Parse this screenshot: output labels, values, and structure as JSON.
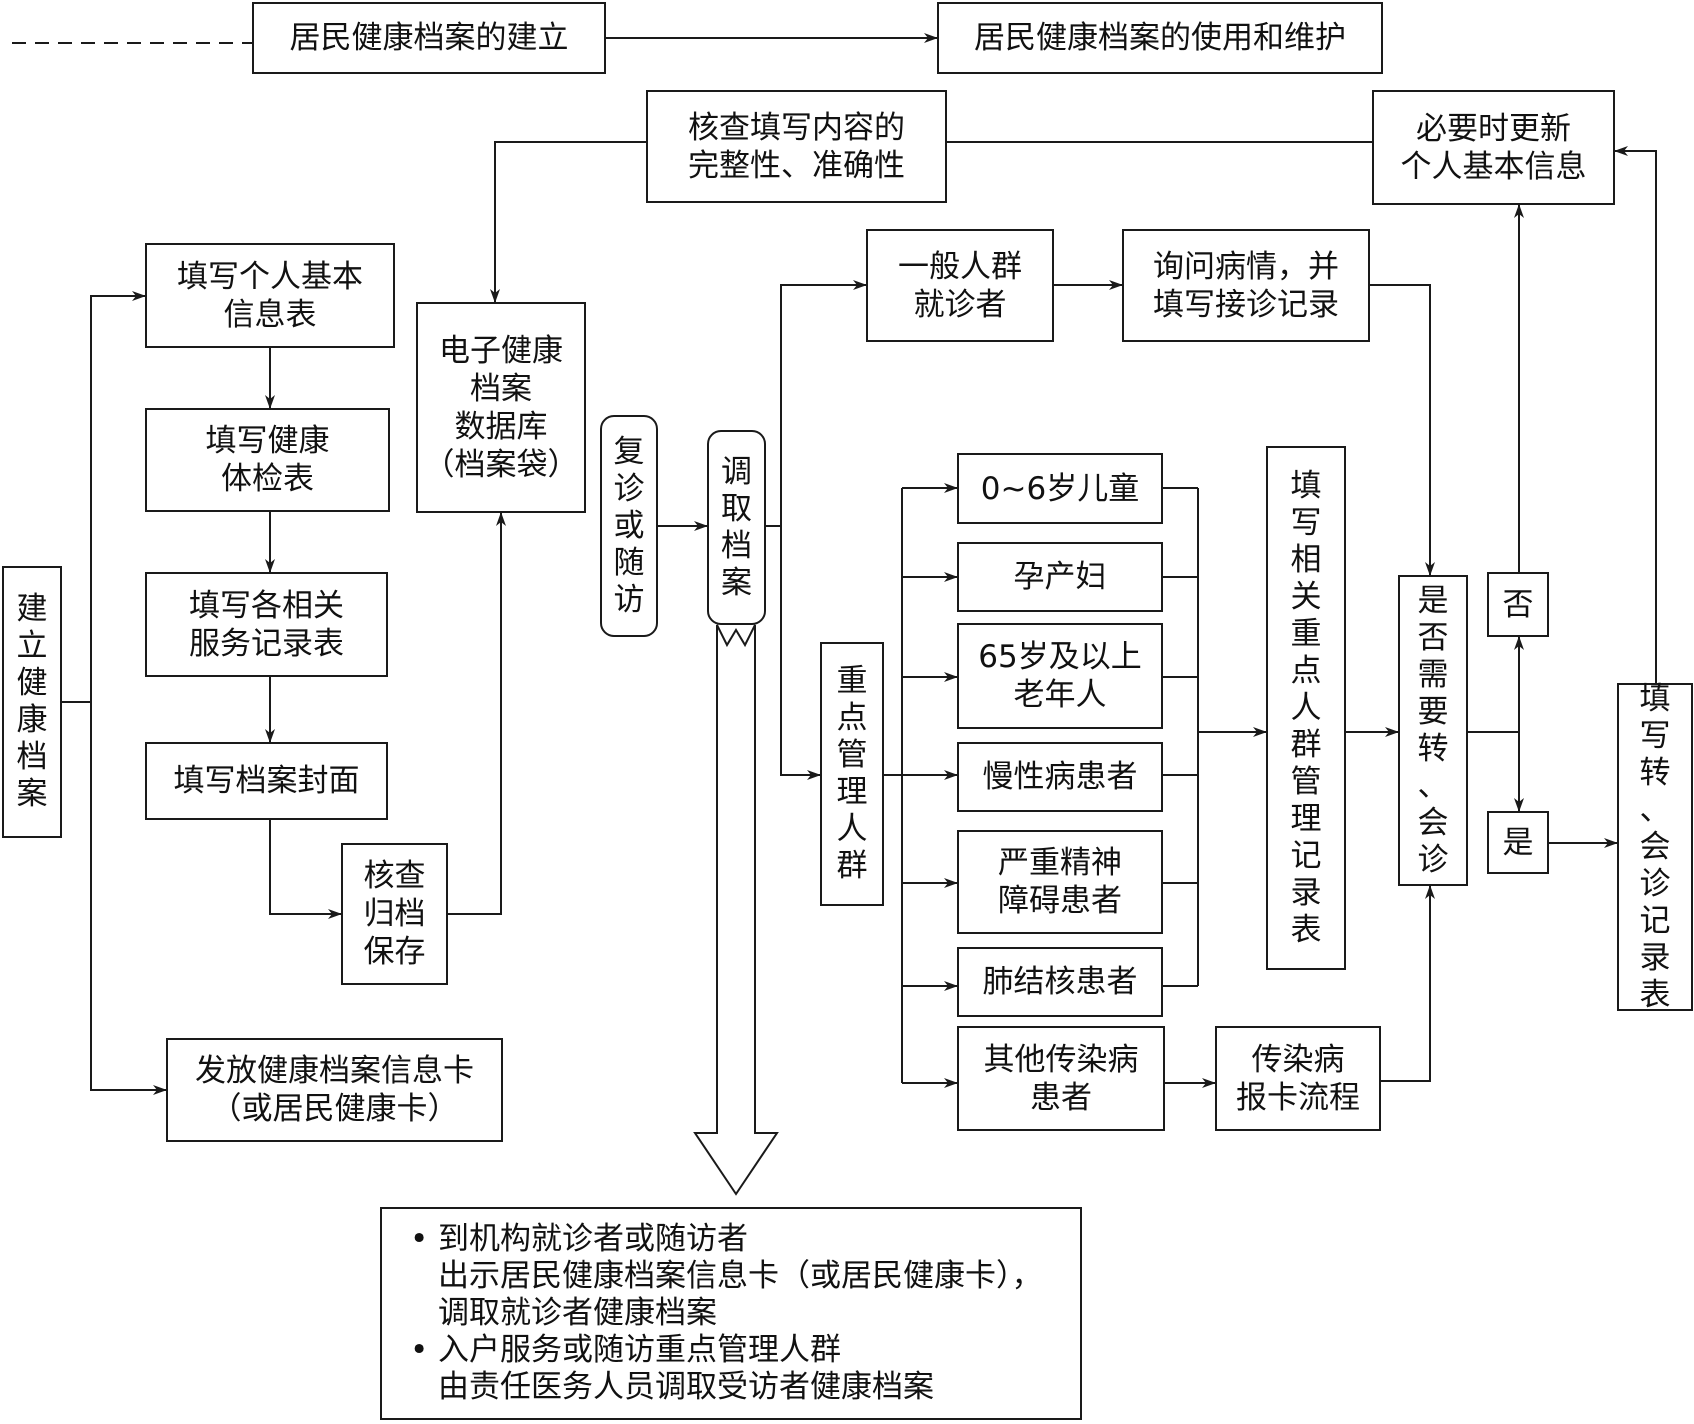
{
  "legend": {
    "establish": "居民健康档案的建立",
    "use_maintain": "居民健康档案的使用和维护"
  },
  "nodes": {
    "build": "建\n立\n健\n康\n档\n案",
    "fill_personal": "填写个人基本\n信息表",
    "fill_health_exam": "填写健康\n体检表",
    "fill_service_records": "填写各相关\n服务记录表",
    "fill_cover": "填写档案封面",
    "check_archive": "核查\n归档\n保存",
    "issue_card": "发放健康档案信息卡\n（或居民健康卡）",
    "e_database": "电子健康\n档案\n数据库\n（档案袋）",
    "check_content": "核查填写内容的\n完整性、准确性",
    "update_info": "必要时更新\n个人基本信息",
    "revisit": "复\n诊\n或\n随\n访",
    "retrieve": "调\n取\n档\n案",
    "general_pop": "一般人群\n就诊者",
    "inquire": "询问病情，并\n填写接诊记录",
    "key_pop": "重\n点\n管\n理\n人\n群",
    "children": "0~6岁儿童",
    "pregnant": "孕产妇",
    "elderly": "65岁及以上\n老年人",
    "chronic": "慢性病患者",
    "mental": "严重精神\n障碍患者",
    "tb": "肺结核患者",
    "other_infectious": "其他传染病\n患者",
    "report_card": "传染病\n报卡流程",
    "key_records": "填\n写\n相\n关\n重\n点\n人\n群\n管\n理\n记\n录\n表",
    "need_referral": "是\n否\n需\n要\n转\n、\n会\n诊",
    "no": "否",
    "yes": "是",
    "referral_record": "填\n写\n转\n、\n会\n诊\n记\n录\n表"
  },
  "note_items": [
    "到机构就诊者或随访者\n出示居民健康档案信息卡（或居民健康卡），\n调取就诊者健康档案",
    "入户服务或随访重点管理人群\n由责任医务人员调取受访者健康档案"
  ]
}
